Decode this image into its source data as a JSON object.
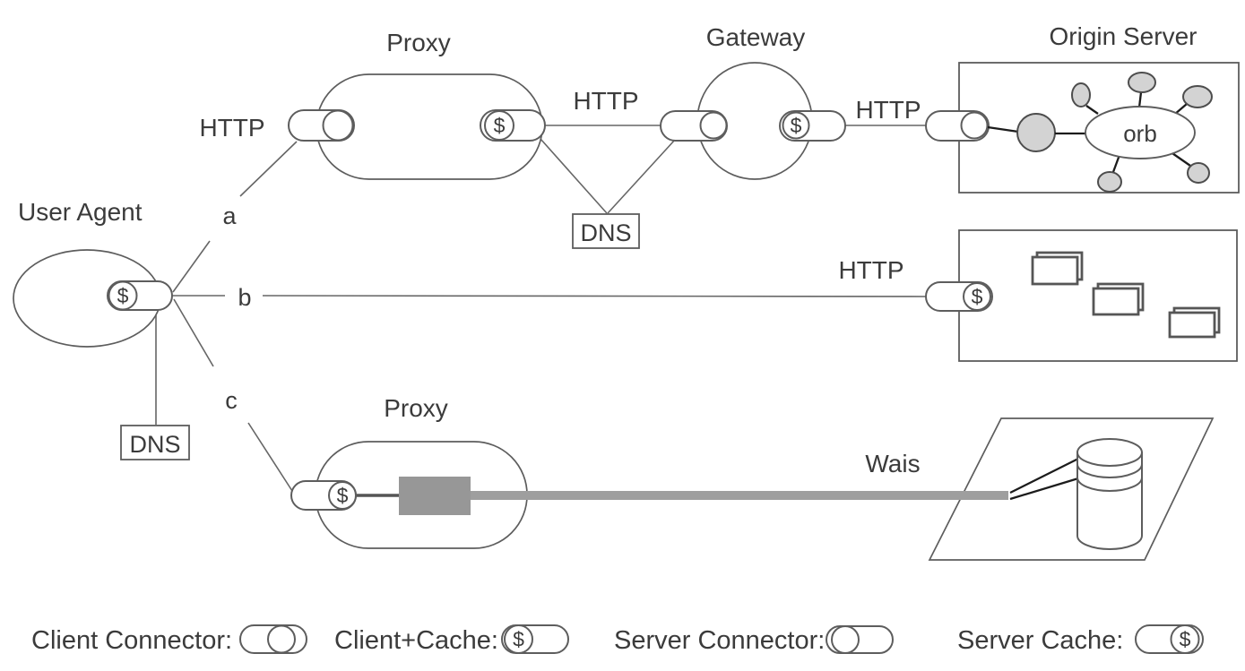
{
  "diagram": {
    "labels": {
      "user_agent": "User Agent",
      "proxy": "Proxy",
      "gateway": "Gateway",
      "origin_server": "Origin Server",
      "wais": "Wais",
      "orb": "orb",
      "dns": "DNS",
      "http": "HTTP",
      "path_a": "a",
      "path_b": "b",
      "path_c": "c",
      "cache_symbol": "$"
    },
    "legend": {
      "client_connector_label": "Client Connector:",
      "client_cache_label": "Client+Cache:",
      "server_connector_label": "Server Connector:",
      "server_cache_label": "Server Cache:"
    },
    "colors": {
      "background": "#ffffff",
      "outline_stroke": "#5d5d5d",
      "text": "#3b3b3b",
      "node_fill": "#d3d3d3",
      "pipe_fill": "#9e9e9e",
      "block_fill": "#979797",
      "dark_link": "#1c1c1c"
    }
  }
}
